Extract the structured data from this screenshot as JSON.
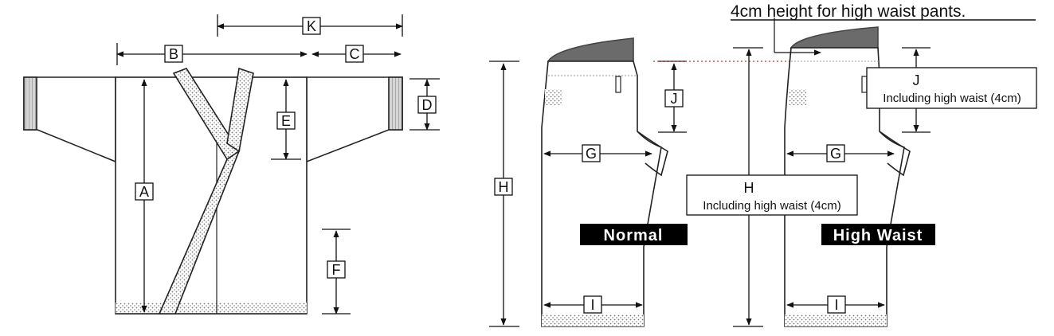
{
  "note": "4cm height for high waist pants.",
  "jacket": {
    "labels": {
      "a": "A",
      "b": "B",
      "c": "C",
      "d": "D",
      "e": "E",
      "f": "F",
      "k": "K"
    }
  },
  "pants_normal": {
    "tag": "Normal",
    "labels": {
      "g": "G",
      "h": "H",
      "i": "I",
      "j": "J"
    }
  },
  "pants_high": {
    "tag": "High Waist",
    "labels": {
      "g": "G",
      "i": "I"
    },
    "h_letter": "H",
    "h_sub": "Including high waist (4cm)",
    "j_letter": "J",
    "j_sub": "Including high waist (4cm)"
  }
}
